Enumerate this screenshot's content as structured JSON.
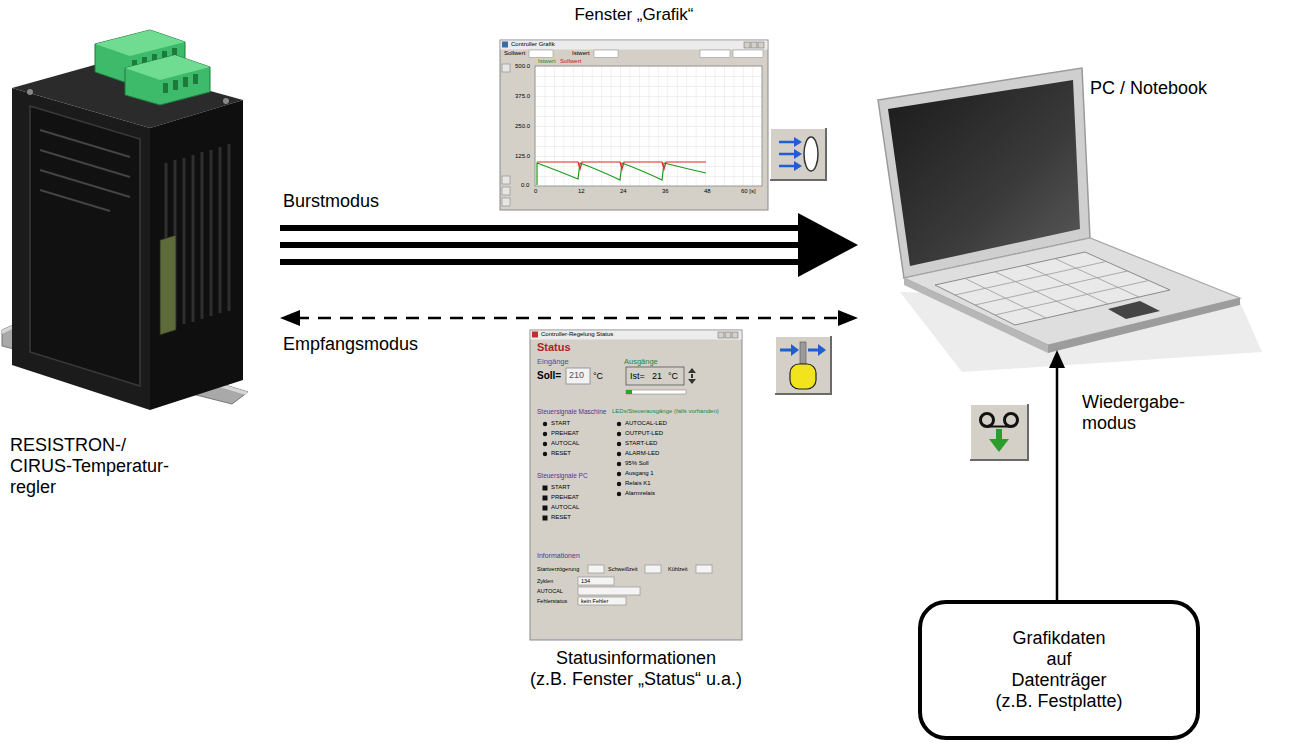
{
  "diagram": {
    "nodes": [
      {
        "text": [
          "RESISTRON-/ CIRUS-Temperatur- regler"
        ]
      },
      {
        "text": [
          "PC / Notebook"
        ]
      },
      {
        "text": [
          "Grafikdaten auf Datenträger (z.B. Festplatte)"
        ]
      }
    ],
    "edges": [
      {
        "from": 0,
        "to": 1,
        "arrow": "to",
        "label": "Burstmodus"
      },
      {
        "from": 0,
        "to": 1,
        "arrow": "both",
        "label": "Empfangsmodus"
      },
      {
        "from": 2,
        "to": 1,
        "arrow": "to",
        "label": "Wiedergabe- modus"
      }
    ],
    "labels": [
      "Fenster „Grafik“",
      "Controller Grafik",
      "Sollwert",
      "Istwert",
      "Istwert",
      "Sollwert",
      "500.0",
      "375.0",
      "250.0",
      "125.0",
      "0.0",
      "0",
      "12",
      "24",
      "36",
      "48",
      "60 [s]",
      "Controller-Regelung Status",
      "Status",
      "Eingänge",
      "Ausgänge",
      "Soll=",
      "210",
      "°C",
      "Ist=",
      "21",
      "°C",
      "Steuersignale Maschine",
      "START",
      "PREHEAT",
      "AUTOCAL",
      "RESET",
      "LEDs/Steuerausgänge (falls vorhanden)",
      "AUTOCAL-LED",
      "OUTPUT-LED",
      "START-LED",
      "ALARM-LED",
      "95% Soll",
      "Ausgang 1",
      "Relais K1",
      "Alarmrelais",
      "Steuersignale PC",
      "START",
      "PREHEAT",
      "AUTOCAL",
      "RESET",
      "Informationen",
      "Startverzögerung",
      "Schweißzeit",
      "Kühlzeit",
      "Zyklen",
      "134",
      "AUTOCAL",
      "Fehlerstatus",
      "kein Fehler",
      "Statusinformationen (z.B. Fenster „Status“ u.a.)"
    ]
  }
}
